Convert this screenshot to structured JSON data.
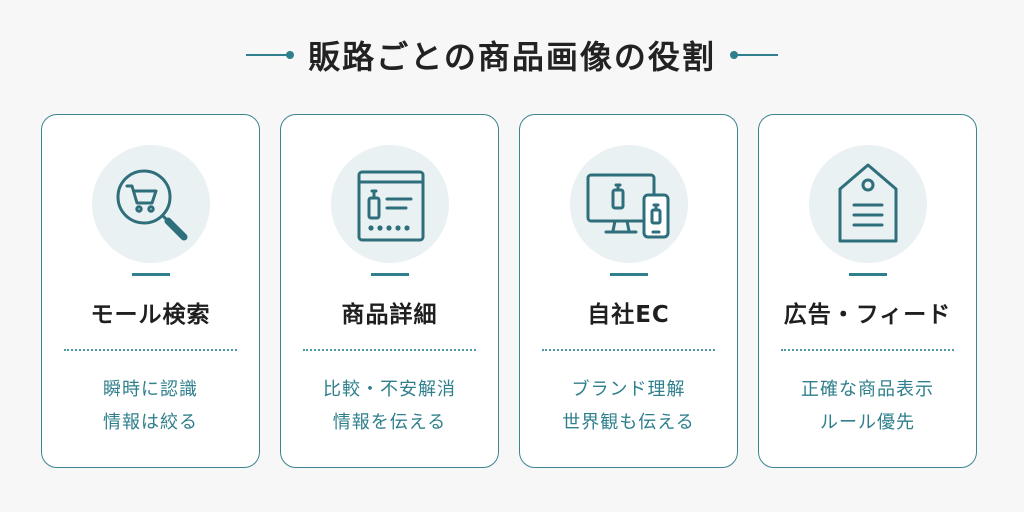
{
  "title": "販路ごとの商品画像の役割",
  "colors": {
    "accent": "#2f7f8c",
    "card_border": "#3b8490",
    "icon_bg": "#eaf1f3",
    "background": "#f7f7f7"
  },
  "cards": [
    {
      "icon": "cart-search-icon",
      "title": "モール検索",
      "lines": [
        "瞬時に認識",
        "情報は絞る"
      ]
    },
    {
      "icon": "product-page-icon",
      "title": "商品詳細",
      "lines": [
        "比較・不安解消",
        "情報を伝える"
      ]
    },
    {
      "icon": "devices-icon",
      "title": "自社EC",
      "lines": [
        "ブランド理解",
        "世界観も伝える"
      ]
    },
    {
      "icon": "price-tag-icon",
      "title": "広告・フィード",
      "lines": [
        "正確な商品表示",
        "ルール優先"
      ]
    }
  ]
}
